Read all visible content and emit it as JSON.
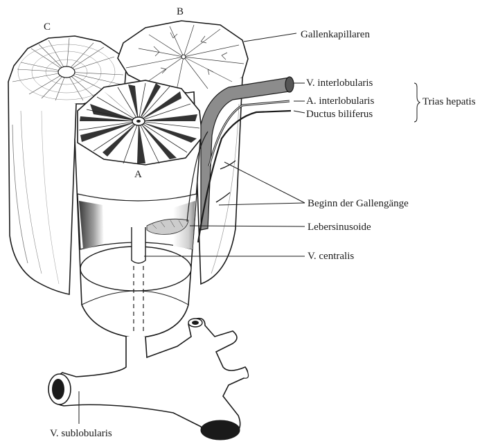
{
  "letters": {
    "a": "A",
    "b": "B",
    "c": "C"
  },
  "labels": {
    "gallenkapillaren": "Gallenkapillaren",
    "v_interlobularis": "V. interlobularis",
    "a_interlobularis": "A. interlobularis",
    "ductus_biliferus": "Ductus biliferus",
    "trias_hepatis": "Trias hepatis",
    "beginn_gallengaenge": "Beginn der Gallengänge",
    "lebersinusoide": "Lebersinusoide",
    "v_centralis": "V. centralis",
    "v_sublobularis": "V. sublobularis"
  },
  "colors": {
    "ink": "#1a1a1a",
    "paper": "#ffffff",
    "shade": "#6b6b6b"
  }
}
